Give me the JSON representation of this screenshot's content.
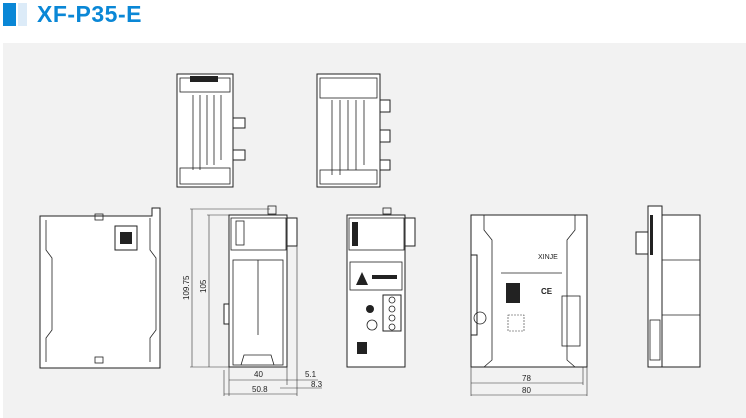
{
  "title": "XF-P35-E",
  "colors": {
    "accent": "#0a87d6",
    "panel": "#f2f2f2"
  },
  "dimensions": {
    "height_total": "109.75",
    "height_body": "105",
    "width_body": "40",
    "width_total": "50.8",
    "offset_small": "5.1",
    "offset_large": "8.3",
    "depth_body": "78",
    "depth_total": "80"
  }
}
